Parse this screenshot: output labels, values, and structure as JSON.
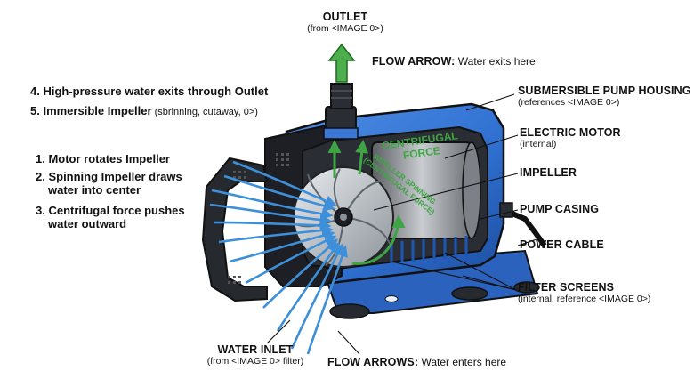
{
  "outlet": {
    "title": "OUTLET",
    "sub": "(from <IMAGE 0>)"
  },
  "flow_arrow_top": {
    "title": "FLOW ARROW:",
    "desc": " Water exits here"
  },
  "steps_top": [
    {
      "text": "4. High-pressure water exits through Outlet",
      "sub": ""
    },
    {
      "text": "5. Immersible Impeller",
      "sub": " (sbrinning, cutaway, 0>)"
    }
  ],
  "steps_left": [
    {
      "line1": "1. Motor rotates Impeller",
      "line2": ""
    },
    {
      "line1": "2. Spinning Impeller draws",
      "line2": "water into center"
    },
    {
      "line1": "3. Centrifugal force pushes",
      "line2": "water outward"
    }
  ],
  "callouts": {
    "housing": {
      "title": "SUBMERSIBLE PUMP HOUSING",
      "sub": "(references <IMAGE 0>)"
    },
    "motor": {
      "title": "ELECTRIC MOTOR",
      "sub": "(internal)"
    },
    "impeller": {
      "title": "IMPELLER"
    },
    "casing": {
      "title": "PUMP CASING"
    },
    "cable": {
      "title": "POWER CABLE"
    },
    "filters": {
      "title": "FILTER SCREENS",
      "sub": "(internal, reference <IMAGE 0>)"
    }
  },
  "inlet": {
    "title": "WATER INLET",
    "sub": "(from <IMAGE 0> filter)"
  },
  "flow_arrows_bottom": {
    "title": "FLOW ARROWS:",
    "desc": " Water enters here"
  },
  "inner": {
    "centrifugal_1": "CENTRIFUGAL",
    "centrifugal_2": "FORCE",
    "impeller_spin_1": "IMPELLER SPINNING",
    "impeller_spin_2": "(CENTRIFUGAL FORCE)"
  },
  "colors": {
    "housing_blue": "#2f6fd0",
    "housing_dark": "#1d1f24",
    "flow_arrow": "#3d8fd9",
    "exit_arrow": "#4cae4c",
    "force_text": "#3fa544"
  },
  "icons": [
    "pump-illustration",
    "filter-cover",
    "impeller-wheel",
    "flow-arrow",
    "exit-arrow"
  ]
}
